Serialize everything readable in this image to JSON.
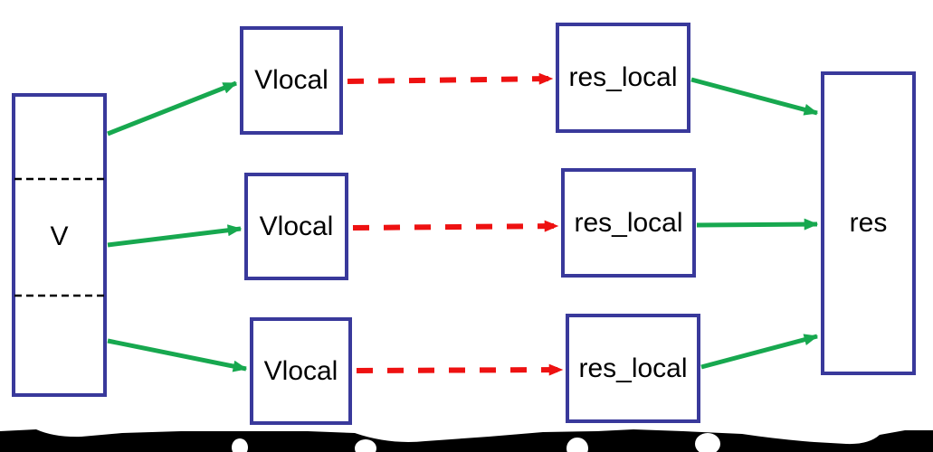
{
  "nodes": {
    "v": {
      "label": "V"
    },
    "vlocal_1": {
      "label": "Vlocal"
    },
    "vlocal_2": {
      "label": "Vlocal"
    },
    "vlocal_3": {
      "label": "Vlocal"
    },
    "reslocal_1": {
      "label": "res_local"
    },
    "reslocal_2": {
      "label": "res_local"
    },
    "reslocal_3": {
      "label": "res_local"
    },
    "res": {
      "label": "res"
    }
  },
  "edges": [
    {
      "from": "v",
      "to": "vlocal_1",
      "style": "green-solid-arrow"
    },
    {
      "from": "v",
      "to": "vlocal_2",
      "style": "green-solid-arrow"
    },
    {
      "from": "v",
      "to": "vlocal_3",
      "style": "green-solid-arrow"
    },
    {
      "from": "vlocal_1",
      "to": "reslocal_1",
      "style": "red-dashed-arrow"
    },
    {
      "from": "vlocal_2",
      "to": "reslocal_2",
      "style": "red-dashed-arrow"
    },
    {
      "from": "vlocal_3",
      "to": "reslocal_3",
      "style": "red-dashed-arrow"
    },
    {
      "from": "reslocal_1",
      "to": "res",
      "style": "green-solid-arrow"
    },
    {
      "from": "reslocal_2",
      "to": "res",
      "style": "green-solid-arrow"
    },
    {
      "from": "reslocal_3",
      "to": "res",
      "style": "green-solid-arrow"
    }
  ],
  "colors": {
    "box_border": "#39399B",
    "arrow_green": "#17A84F",
    "arrow_red": "#EE1111",
    "text": "#000000",
    "background": "#FFFFFF",
    "torn_edge": "#000000"
  }
}
